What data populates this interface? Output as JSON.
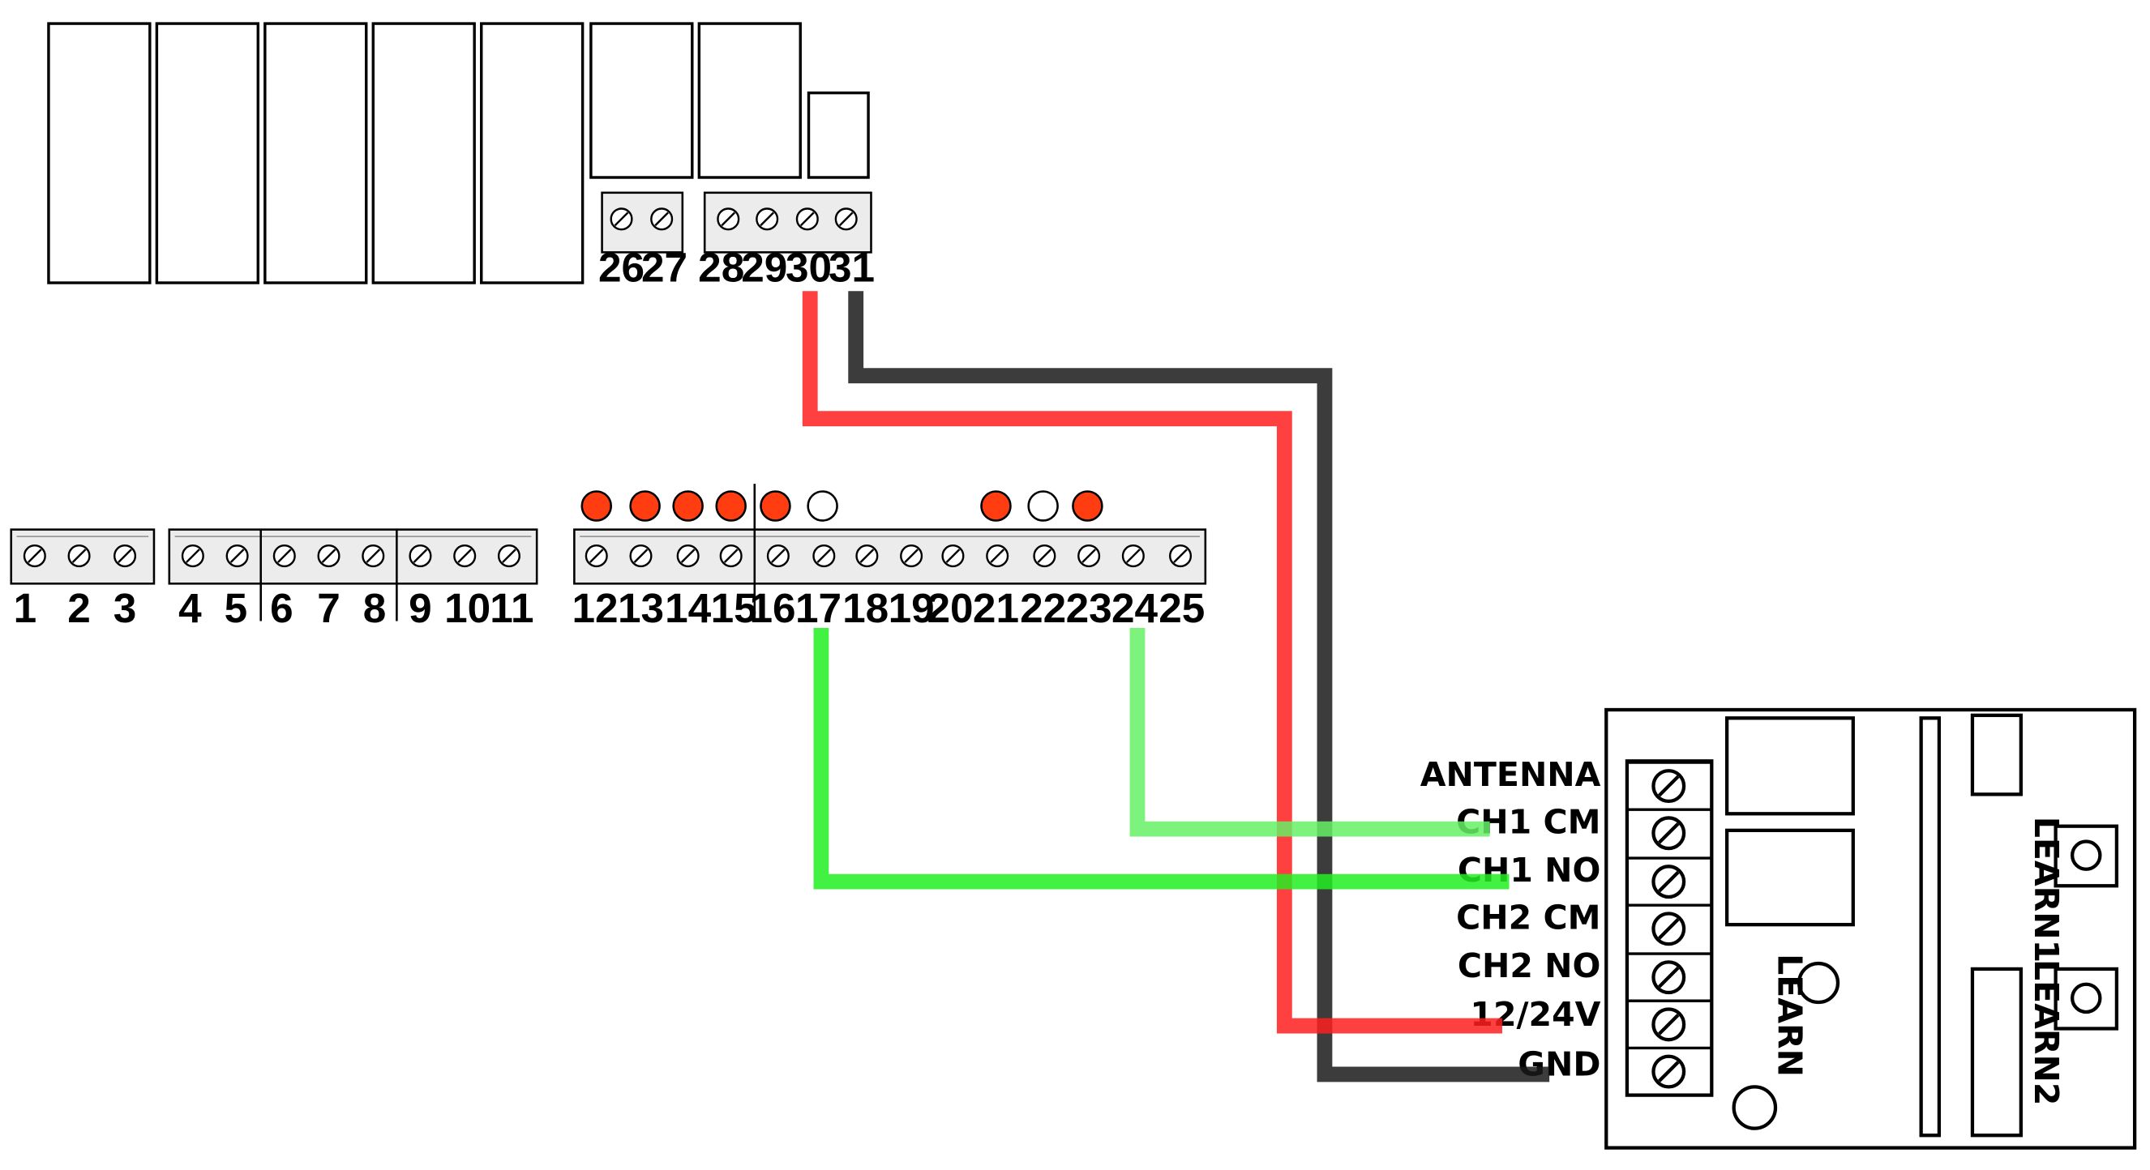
{
  "colors": {
    "wire_red": "#ff1f1f",
    "wire_black": "#1a1a1a",
    "wire_green": "#22ee22",
    "wire_light_green": "#66f066",
    "led_on": "#ff3d10",
    "led_off": "#ffffff",
    "terminal_fill": "#ececec"
  },
  "top_terminals": [
    "26",
    "27",
    "28",
    "29",
    "30",
    "31"
  ],
  "main_terminals": [
    "1",
    "2",
    "3",
    "4",
    "5",
    "6",
    "7",
    "8",
    "9",
    "10",
    "11",
    "12",
    "13",
    "14",
    "15",
    "16",
    "17",
    "18",
    "19",
    "20",
    "21",
    "22",
    "23",
    "24",
    "25"
  ],
  "indicator_leds": [
    {
      "terminal": "12",
      "state": "on"
    },
    {
      "terminal": "13",
      "state": "on"
    },
    {
      "terminal": "14",
      "state": "on"
    },
    {
      "terminal": "15",
      "state": "on"
    },
    {
      "terminal": "16",
      "state": "on"
    },
    {
      "terminal": "17",
      "state": "off"
    },
    {
      "terminal": "21",
      "state": "on"
    },
    {
      "terminal": "22",
      "state": "off"
    },
    {
      "terminal": "23",
      "state": "on"
    }
  ],
  "receiver": {
    "terminals": [
      "ANTENNA",
      "CH1 CM",
      "CH1 NO",
      "CH2 CM",
      "CH2 NO",
      "12/24V",
      "GND"
    ],
    "buttons": [
      "LEARN1",
      "LEARN2"
    ],
    "learn_label": "LEARN"
  },
  "wires": [
    {
      "from": "30",
      "to": "12/24V",
      "color": "red"
    },
    {
      "from": "31",
      "to": "GND",
      "color": "black"
    },
    {
      "from": "17",
      "to": "CH1 NO",
      "color": "green"
    },
    {
      "from": "24",
      "to": "CH1 CM",
      "color": "light green"
    }
  ]
}
